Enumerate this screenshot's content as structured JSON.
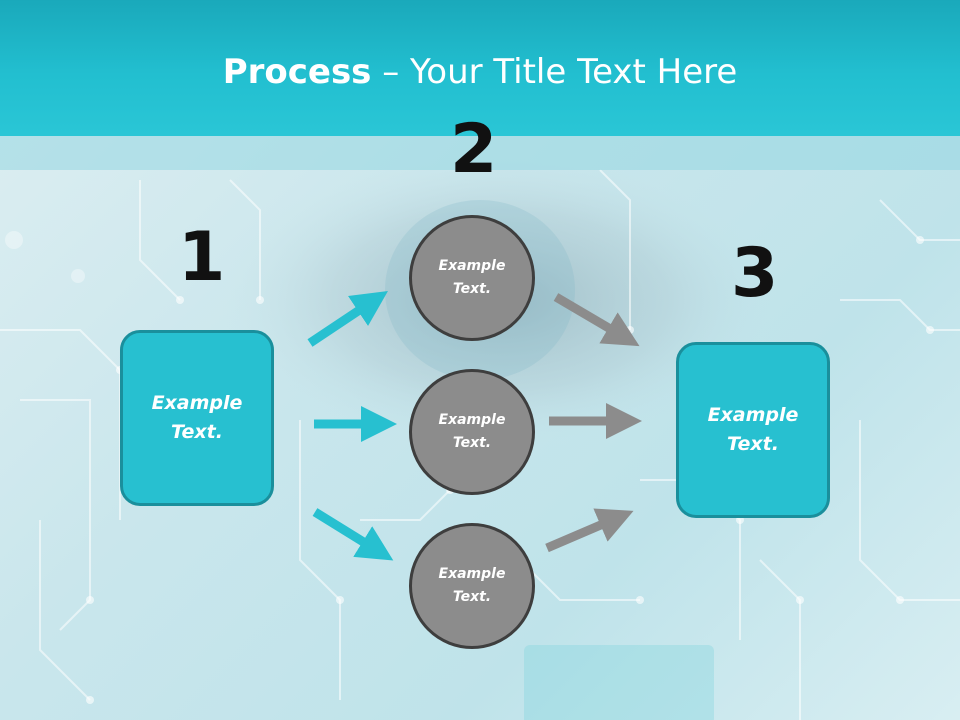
{
  "title": {
    "strong": "Process",
    "rest": " – Your Title Text Here"
  },
  "steps": [
    {
      "number": "1",
      "box_text": "Example\nText."
    },
    {
      "number": "2",
      "circles": [
        "Example\nText.",
        "Example\nText.",
        "Example\nText."
      ]
    },
    {
      "number": "3",
      "box_text": "Example\nText."
    }
  ],
  "colors": {
    "header": "#22bfd0",
    "box": "#27c0d0",
    "circle": "#8c8c8c",
    "arrow_teal": "#27c0d0",
    "arrow_gray": "#8c8c8c"
  }
}
